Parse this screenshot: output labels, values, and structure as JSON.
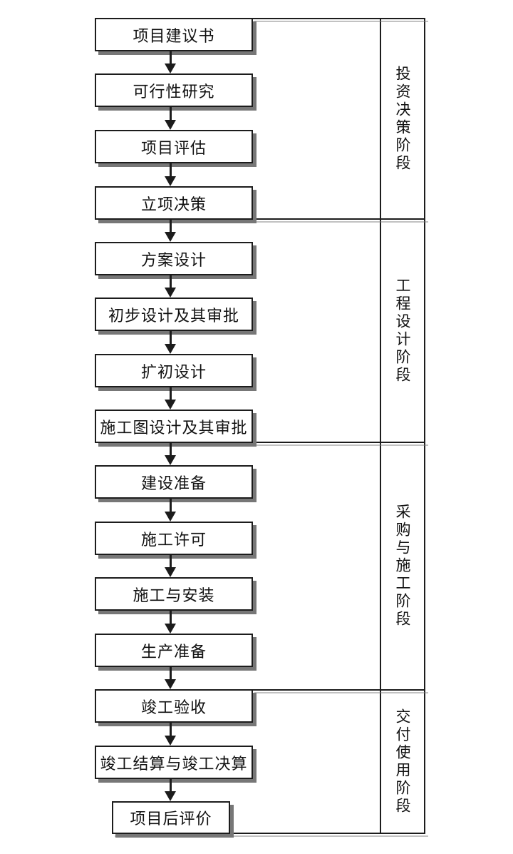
{
  "diagram": {
    "boxes": [
      {
        "label": "项目建议书"
      },
      {
        "label": "可行性研究"
      },
      {
        "label": "项目评估"
      },
      {
        "label": "立项决策"
      },
      {
        "label": "方案设计"
      },
      {
        "label": "初步设计及其审批"
      },
      {
        "label": "扩初设计"
      },
      {
        "label": "施工图设计及其审批"
      },
      {
        "label": "建设准备"
      },
      {
        "label": "施工许可"
      },
      {
        "label": "施工与安装"
      },
      {
        "label": "生产准备"
      },
      {
        "label": "竣工验收"
      },
      {
        "label": "竣工结算与竣工决算"
      },
      {
        "label": "项目后评价"
      }
    ],
    "phases": [
      {
        "label": "投资决策阶段"
      },
      {
        "label": "工程设计阶段"
      },
      {
        "label": "采购与施工阶段"
      },
      {
        "label": "交付使用阶段"
      }
    ],
    "colors": {
      "line": "#1c1c1c",
      "shadow": "#777777",
      "background": "#ffffff",
      "text": "#111111"
    }
  }
}
